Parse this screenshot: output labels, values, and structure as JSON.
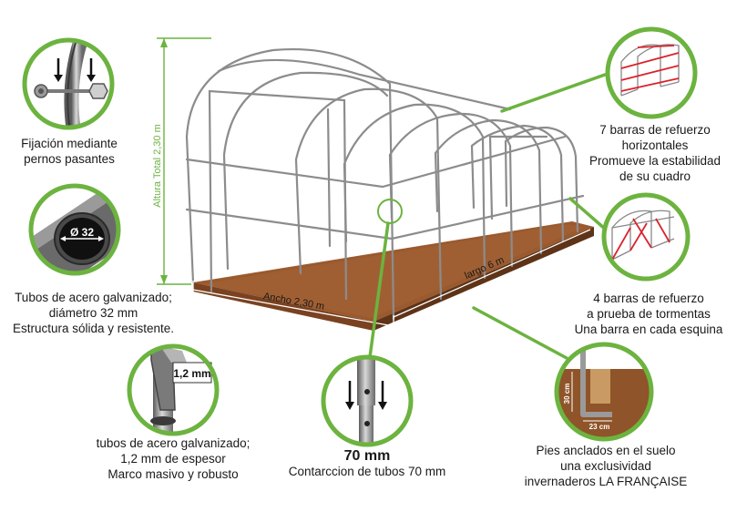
{
  "colors": {
    "accent_green": "#6cb33f",
    "soil": "#9a5a2e",
    "soil_dark": "#6b3a19",
    "frame": "#8a8a8a",
    "reinforcement_red": "#d9232d"
  },
  "dimensions": {
    "height_label": "Altura Total 2,30 m",
    "width_label": "Ancho 2,30 m",
    "length_label": "largo 6 m"
  },
  "callouts": {
    "fixing": {
      "icon": "bolt-icon",
      "lines": [
        "Fijación mediante",
        "pernos pasantes"
      ]
    },
    "tube": {
      "icon": "tube-section-icon",
      "badge": "Ø 32",
      "lines": [
        "Tubos de acero galvanizado;",
        "diámetro 32 mm",
        "Estructura sólida y resistente."
      ]
    },
    "thickness": {
      "icon": "tube-thickness-icon",
      "badge": "1,2 mm",
      "lines": [
        "tubos de acero galvanizado;",
        "1,2 mm de espesor",
        "Marco masivo y robusto"
      ]
    },
    "connection": {
      "icon": "tube-connection-icon",
      "title": "70 mm",
      "line": "Contarccion de tubos 70 mm"
    },
    "anchor": {
      "icon": "ground-anchor-icon",
      "dim_vertical": "30 cm",
      "dim_horizontal": "23 cm",
      "lines": [
        "Pies anclados en el suelo",
        "una exclusividad",
        "invernaderos LA FRANÇAISE"
      ]
    },
    "storm_bars": {
      "icon": "storm-bars-icon",
      "lines": [
        "4 barras de refuerzo",
        "a prueba de tormentas",
        "Una barra en cada esquina"
      ]
    },
    "horizontal_bars": {
      "icon": "horizontal-bars-icon",
      "lines": [
        "7 barras de refuerzo",
        "horizontales",
        "Promueve la estabilidad",
        "de su cuadro"
      ]
    }
  }
}
